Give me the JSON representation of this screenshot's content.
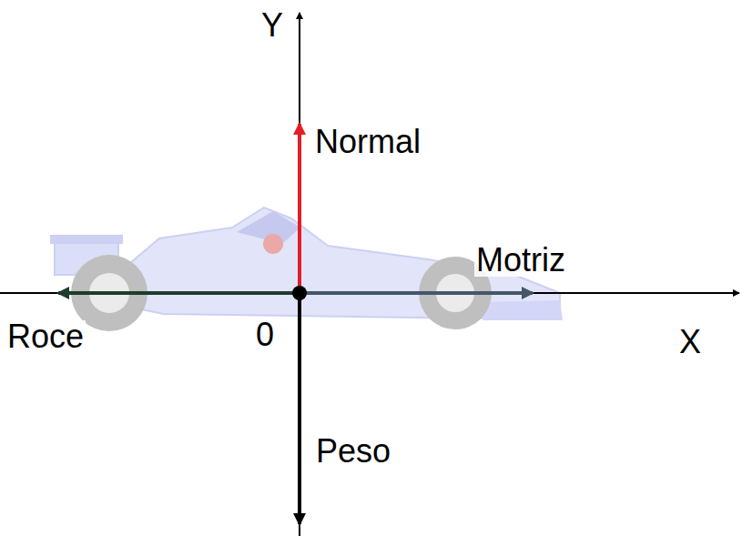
{
  "diagram": {
    "labels": [
      "Y",
      "Normal",
      "Motriz",
      "Roce",
      "0",
      "X",
      "Peso"
    ]
  }
}
